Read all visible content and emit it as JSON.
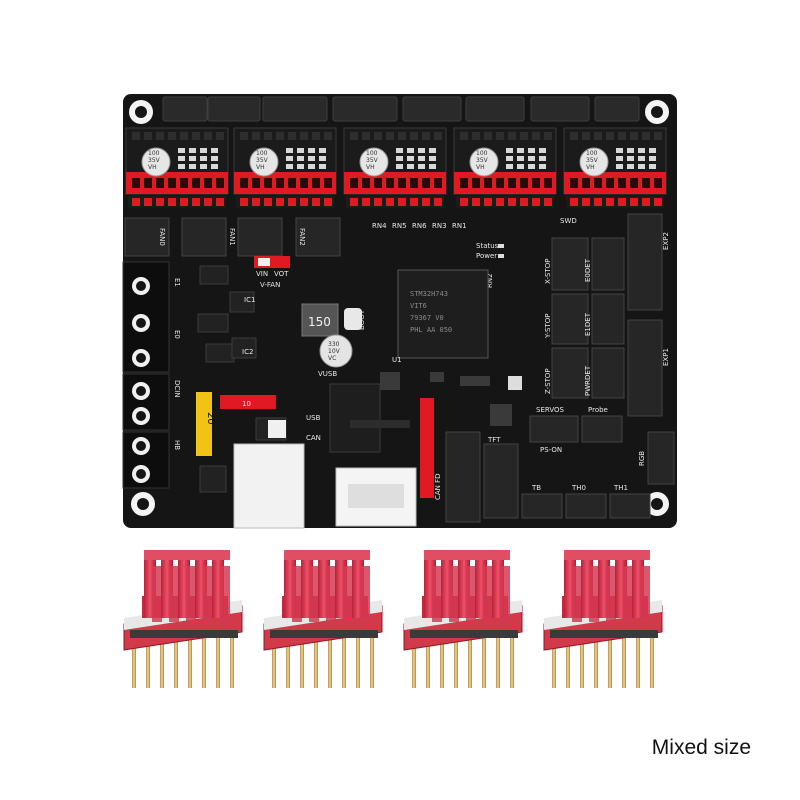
{
  "caption": "Mixed size",
  "board": {
    "drivers": [
      {
        "cap_lines": [
          "100",
          "35V",
          "VH"
        ]
      },
      {
        "cap_lines": [
          "100",
          "35V",
          "VH"
        ]
      },
      {
        "cap_lines": [
          "100",
          "35V",
          "VH"
        ]
      },
      {
        "cap_lines": [
          "100",
          "35V",
          "VH"
        ]
      },
      {
        "cap_lines": [
          "100",
          "35V",
          "VH"
        ]
      }
    ],
    "labels": {
      "swd": "SWD",
      "exp2": "EXP2",
      "exp1": "EXP1",
      "fan0": "FAN0",
      "fan1": "FAN1",
      "fan2": "FAN2",
      "vfan": "V-FAN",
      "vin": "VIN",
      "vot": "VOT",
      "rn4": "RN4",
      "rn5": "RN5",
      "rn6": "RN6",
      "rn3": "RN3",
      "rn1": "RN1",
      "rn2": "RN2",
      "status": "Status",
      "power": "Power",
      "inductor": "150",
      "boot": "BOOT",
      "cap_330": [
        "330",
        "10V",
        "VC"
      ],
      "vusb": "VUSB",
      "u1": "U1",
      "mcu": [
        "STM32H743",
        "VIT6",
        "79367 V0",
        "PHL AA 050"
      ],
      "xstop": "X-STOP",
      "ystop": "Y-STOP",
      "zstop": "Z-STOP",
      "e0det": "E0DET",
      "e1det": "E1DET",
      "pwrdet": "PWRDET",
      "servos": "SERVOS",
      "probe": "Probe",
      "tft": "TFT",
      "canfd": "CAN FD",
      "tb": "TB",
      "th0": "TH0",
      "th1": "TH1",
      "rgb": "RGB",
      "psvon": "PS-ON",
      "fuse_10": "10",
      "fuse_20": "20",
      "e1": "E1",
      "e0": "E0",
      "hb": "HB",
      "dcin": "DCIN",
      "usb": "USB",
      "can": "CAN",
      "ic1": "IC1",
      "ic2": "IC2"
    }
  },
  "modules": [
    {
      "name": "stepper-driver-module-1"
    },
    {
      "name": "stepper-driver-module-2"
    },
    {
      "name": "stepper-driver-module-3"
    },
    {
      "name": "stepper-driver-module-4"
    }
  ],
  "colors": {
    "pcb": "#141414",
    "header_red": "#e01a22",
    "heatsink": "#d8324a",
    "pin_gold": "#d9b36a"
  }
}
